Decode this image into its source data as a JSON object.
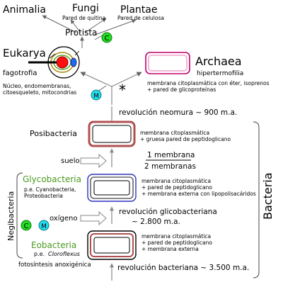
{
  "top": {
    "animalia": "Animalia",
    "fungi": "Fungi",
    "fungi_note": "Pared de quitina",
    "plantae": "Plantae",
    "plantae_note": "Pared de celulosa",
    "protista": "Protista"
  },
  "eukarya": {
    "title": "Eukarya",
    "feeding": "fagotrofia",
    "features_line1": "Núcleo, endomembranas,",
    "features_line2": "citoesqueleto, mitocondrias"
  },
  "archaea": {
    "title": "Archaea",
    "trait": "hipertermofilia",
    "note_line1": "membrana citoplasmática con éter, isoprenos",
    "note_line2": "+ pared de glicoproteínas"
  },
  "organelles": {
    "chloroplast": "C",
    "mitochondria": "M"
  },
  "asterisk": "*",
  "events": {
    "neomura": "revolución neomura ~ 900 m.a.",
    "glycobacterial_line1": "revolución glicobacteriana",
    "glycobacterial_line2": "~ 2.800 m.a.",
    "bacterial": "revolución bacteriana ~ 3.500 m.a."
  },
  "posibacteria": {
    "title": "Posibacteria",
    "note_line1": "membrana citoplasmática",
    "note_line2": "+ gruesa pared de peptidoglicano"
  },
  "suelo": "suelo",
  "membranes": {
    "one": "1 membrana",
    "two": "2 membranas"
  },
  "glycobacteria": {
    "title": "Glycobacteria",
    "example_line1": "p.e. Cyanobacteria,",
    "example_line2": "Proteobacteria",
    "note_line1": "membrana citoplasmática",
    "note_line2": "+ pared de peptidoglicano",
    "note_line3": "+ membrana externa con lipopolisacáridos"
  },
  "oxygen": "oxígeno",
  "eobacteria": {
    "title": "Eobacteria",
    "example_prefix": "p.e.",
    "example_genus": "Cloroflexus",
    "metabolism": "fotosíntesis anoxigénica",
    "note_line1": "membrana citoplasmática",
    "note_line2": "+ pared de peptidoglicano",
    "note_line3": "+ membrana externa"
  },
  "groups": {
    "negibacteria": "Negibacteria",
    "bacteria": "Bacteria"
  },
  "colors": {
    "stem": "#888888",
    "archaea_border": "#c0006a",
    "archaea_inner": "#f4b8d8",
    "posibacteria_border": "#b05050",
    "glycobacteria_border": "#3030c0",
    "glycobacteria_title": "#4a9a20",
    "chloroplast_fill": "#22dd22",
    "mitochondria_fill": "#22ddee",
    "nucleus_fill": "#ff1010",
    "eukarya_vacuole": "#2266ff",
    "bracket": "#444444"
  }
}
